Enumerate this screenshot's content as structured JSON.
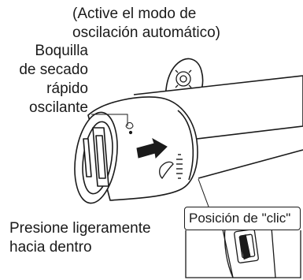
{
  "instruction": {
    "line1": "(Active el modo de",
    "line2": "oscilación automático)"
  },
  "part_label": {
    "line1": "Boquilla",
    "line2": "de secado",
    "line3": "rápido",
    "line4": "oscilante"
  },
  "press_label": {
    "line1": "Presione ligeramente",
    "line2": "hacia dentro"
  },
  "detail": {
    "title": "Posición de \"clic\""
  }
}
